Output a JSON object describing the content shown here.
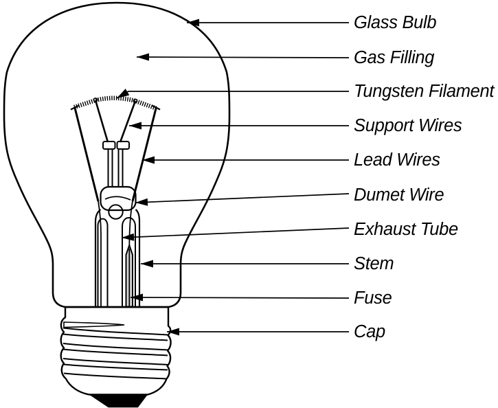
{
  "labels": [
    {
      "text": "Glass Bulb"
    },
    {
      "text": "Gas Filling"
    },
    {
      "text": "Tungsten Filament"
    },
    {
      "text": "Support Wires"
    },
    {
      "text": "Lead Wires"
    },
    {
      "text": "Dumet Wire"
    },
    {
      "text": "Exhaust Tube"
    },
    {
      "text": "Stem"
    },
    {
      "text": "Fuse"
    },
    {
      "text": "Cap"
    }
  ],
  "colors": {
    "line": "#000000",
    "background": "#ffffff",
    "exhaust_tube_fill": "#d8d8d8",
    "contact_fill": "#000000"
  }
}
